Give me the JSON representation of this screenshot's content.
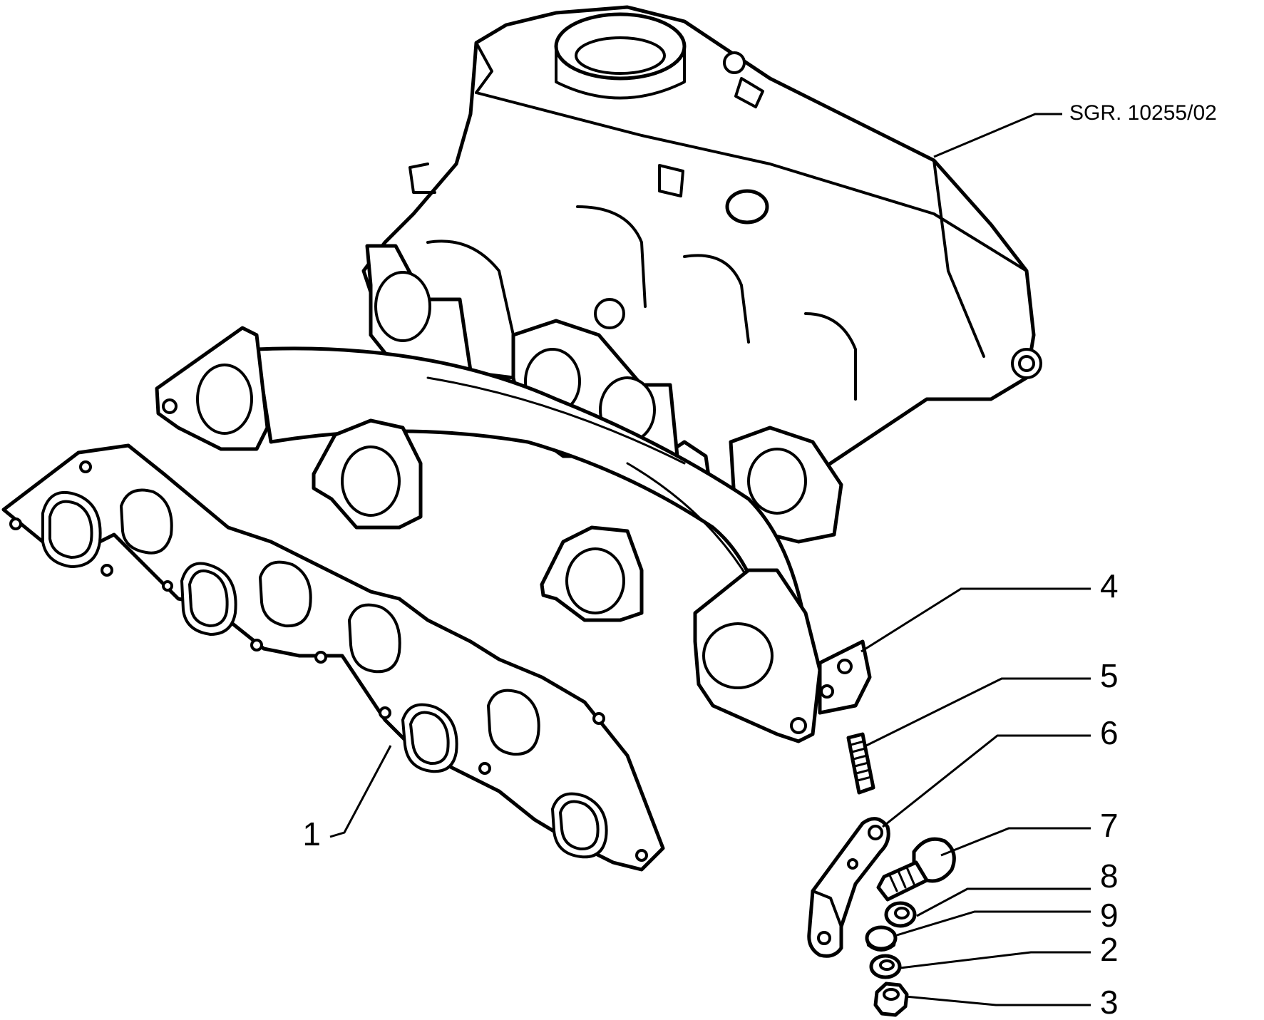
{
  "drawing": {
    "reference": "SGR. 10255/02"
  },
  "callouts": [
    {
      "label": "1",
      "part": "exhaust-manifold-gasket"
    },
    {
      "label": "4",
      "part": "exhaust-manifold"
    },
    {
      "label": "5",
      "part": "stud"
    },
    {
      "label": "6",
      "part": "support-bracket"
    },
    {
      "label": "7",
      "part": "bolt"
    },
    {
      "label": "8",
      "part": "washer"
    },
    {
      "label": "9",
      "part": "spacer"
    },
    {
      "label": "2",
      "part": "spring-washer"
    },
    {
      "label": "3",
      "part": "nut"
    }
  ],
  "colors": {
    "line": "#000000",
    "background": "#ffffff"
  }
}
